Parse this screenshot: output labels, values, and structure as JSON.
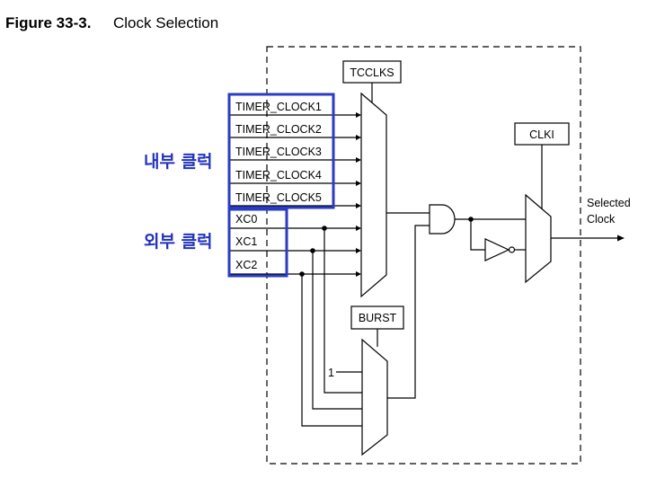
{
  "figure": {
    "number": "Figure 33-3.",
    "title": "Clock Selection"
  },
  "internal_clocks": [
    "TIMER_CLOCK1",
    "TIMER_CLOCK2",
    "TIMER_CLOCK3",
    "TIMER_CLOCK4",
    "TIMER_CLOCK5"
  ],
  "external_clocks": [
    "XC0",
    "XC1",
    "XC2"
  ],
  "control_boxes": {
    "tcclks": "TCCLKS",
    "clki": "CLKI",
    "burst": "BURST"
  },
  "burst_mux_constant": "1",
  "output": {
    "line1": "Selected",
    "line2": "Clock"
  },
  "annotations": {
    "internal": "내부 클럭",
    "external": "외부 클럭"
  },
  "colors": {
    "highlight": "#2a3bc4",
    "annotation_text": "#2233bb"
  }
}
